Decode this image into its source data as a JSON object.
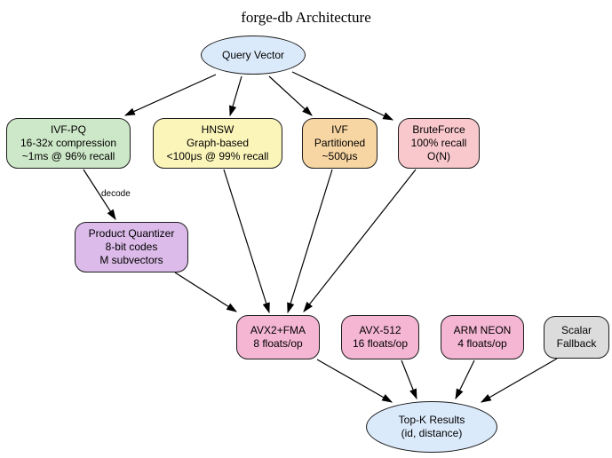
{
  "title": "forge-db Architecture",
  "colors": {
    "result_blue": "#dbeafb",
    "ivfpq_green": "#cde8c8",
    "hnsw_yellow": "#fbf5ba",
    "ivf_orange": "#f8d6a3",
    "bruteforce_pink": "#f9c8cc",
    "quantizer_purple": "#dcbae9",
    "simd_magenta": "#f5b6d3",
    "scalar_gray": "#dcdcdc",
    "edge_black": "#000000"
  },
  "nodes": {
    "query_vector": {
      "lines": [
        "Query Vector"
      ]
    },
    "ivf_pq": {
      "lines": [
        "IVF-PQ",
        "16-32x compression",
        "~1ms @ 96% recall"
      ]
    },
    "hnsw": {
      "lines": [
        "HNSW",
        "Graph-based",
        "<100μs @ 99% recall"
      ]
    },
    "ivf": {
      "lines": [
        "IVF",
        "Partitioned",
        "~500μs"
      ]
    },
    "brute_force": {
      "lines": [
        "BruteForce",
        "100% recall",
        "O(N)"
      ]
    },
    "product_quantizer": {
      "lines": [
        "Product Quantizer",
        "8-bit codes",
        "M subvectors"
      ]
    },
    "avx2_fma": {
      "lines": [
        "AVX2+FMA",
        "8 floats/op"
      ]
    },
    "avx_512": {
      "lines": [
        "AVX-512",
        "16 floats/op"
      ]
    },
    "arm_neon": {
      "lines": [
        "ARM NEON",
        "4 floats/op"
      ]
    },
    "scalar_fallback": {
      "lines": [
        "Scalar",
        "Fallback"
      ]
    },
    "topk_results": {
      "lines": [
        "Top-K Results",
        "(id, distance)"
      ]
    }
  },
  "edges": [
    {
      "from": "query_vector",
      "to": "ivf_pq"
    },
    {
      "from": "query_vector",
      "to": "hnsw"
    },
    {
      "from": "query_vector",
      "to": "ivf"
    },
    {
      "from": "query_vector",
      "to": "brute_force"
    },
    {
      "from": "ivf_pq",
      "to": "product_quantizer",
      "label": "decode"
    },
    {
      "from": "product_quantizer",
      "to": "avx2_fma"
    },
    {
      "from": "hnsw",
      "to": "avx2_fma"
    },
    {
      "from": "ivf",
      "to": "avx2_fma"
    },
    {
      "from": "brute_force",
      "to": "avx2_fma"
    },
    {
      "from": "avx2_fma",
      "to": "topk_results"
    },
    {
      "from": "avx_512",
      "to": "topk_results"
    },
    {
      "from": "arm_neon",
      "to": "topk_results"
    },
    {
      "from": "scalar_fallback",
      "to": "topk_results"
    }
  ]
}
